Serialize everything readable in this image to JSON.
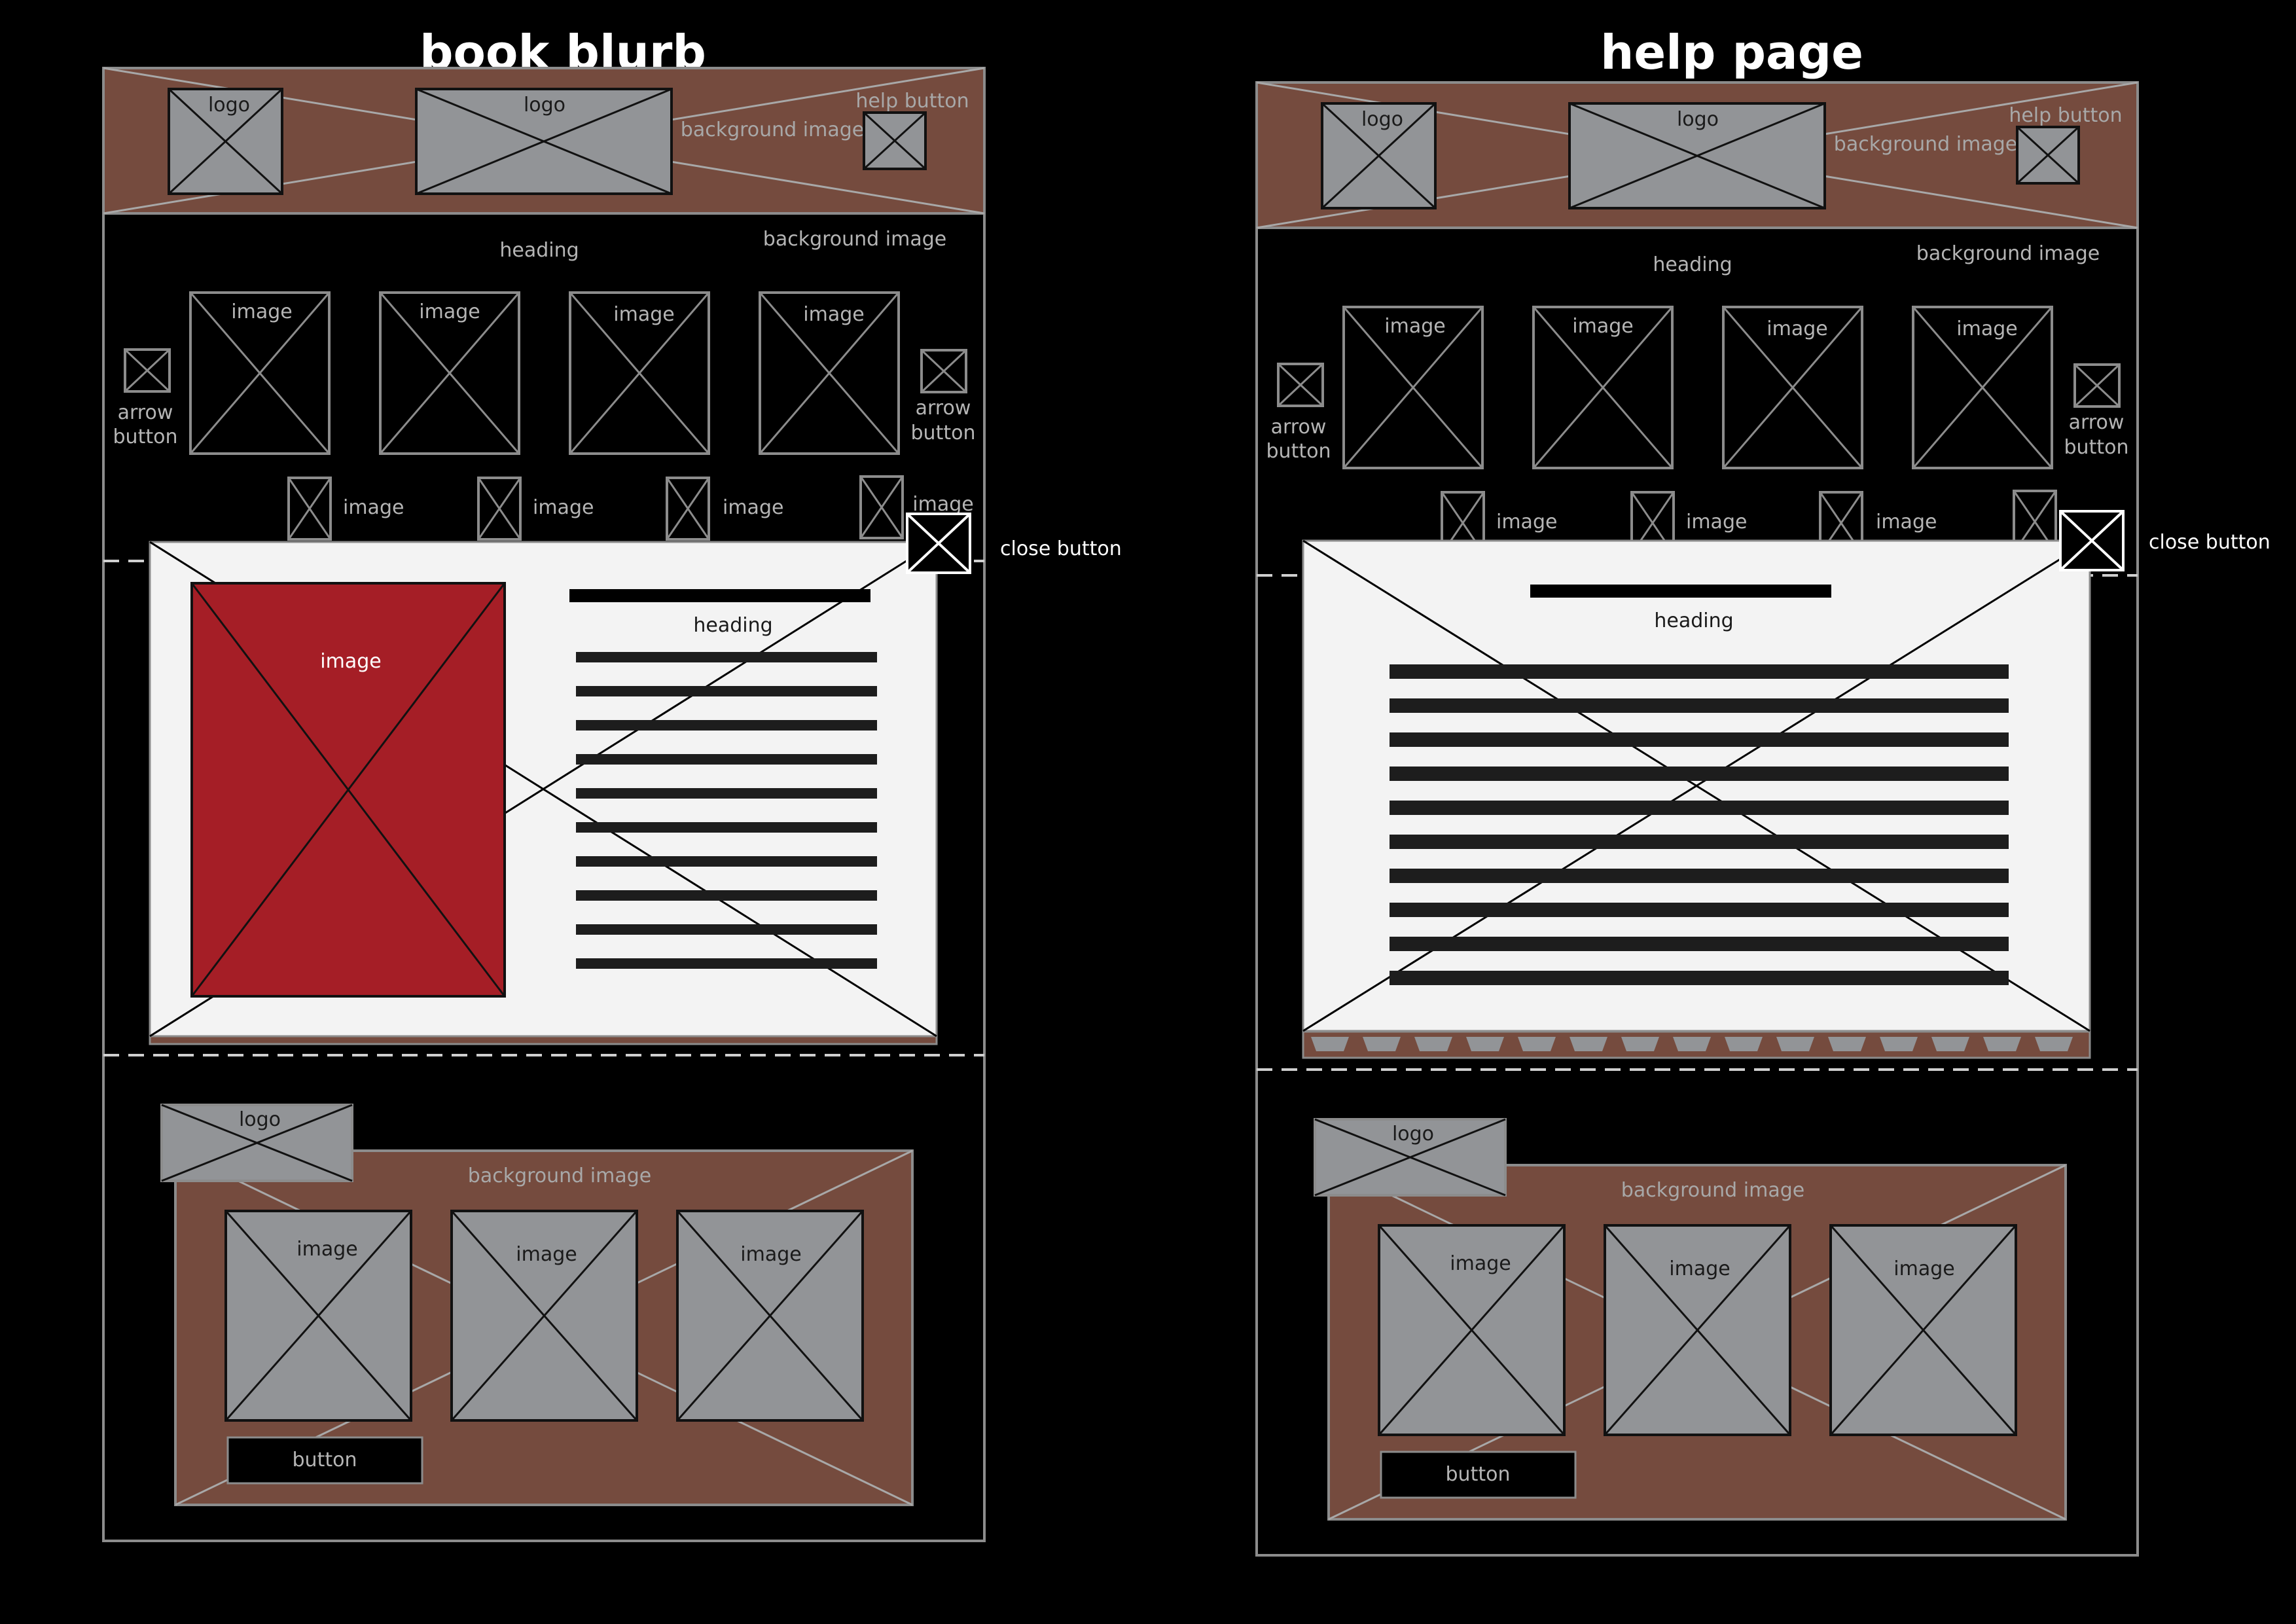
{
  "diagram": {
    "titles": {
      "left": "book blurb",
      "right": "help page"
    },
    "labels": {
      "logo": "logo",
      "help_button": "help button",
      "background_image": "background image",
      "heading": "heading",
      "image": "image",
      "arrow": "arrow",
      "button_word": "button",
      "close_button": "close button",
      "button": "button"
    },
    "colors": {
      "background": "#000000",
      "banner_brown": "#754b3e",
      "placeholder_gray": "#929497",
      "modal_white": "#f3f3f3",
      "book_cover_red": "#a51e26",
      "outline_gray": "#8c8c8c",
      "text_bar": "#1d1d1d"
    }
  }
}
